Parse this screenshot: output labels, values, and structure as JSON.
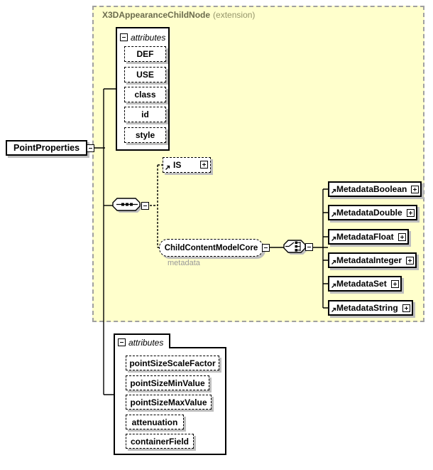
{
  "root_element": "PointProperties",
  "extension_box": {
    "title": "X3DAppearanceChildNode",
    "suffix": "(extension)"
  },
  "attributes_top": {
    "header": "attributes",
    "items": [
      "DEF",
      "USE",
      "class",
      "id",
      "style"
    ]
  },
  "is_element": "IS",
  "child_content_model": {
    "label": "ChildContentModelCore",
    "annotation": "metadata"
  },
  "metadata_elements": [
    "MetadataBoolean",
    "MetadataDouble",
    "MetadataFloat",
    "MetadataInteger",
    "MetadataSet",
    "MetadataString"
  ],
  "attributes_bottom": {
    "header": "attributes",
    "items": [
      "pointSizeScaleFactor",
      "pointSizeMinValue",
      "pointSizeMaxValue",
      "attenuation",
      "containerField"
    ]
  },
  "icons": {
    "sequence": "sequence-compositor",
    "choice": "choice-compositor",
    "element_reference": "ne-arrow",
    "expand": "plus",
    "collapse": "minus"
  },
  "colors": {
    "extension_background": "#FFFFCC",
    "extension_border": "#A0A0A0",
    "extension_title": "#6B6B4D",
    "extension_suffix": "#95956B",
    "box_shadow": "#BEBEBE",
    "annotation_text": "#999999",
    "line": "#000000"
  }
}
